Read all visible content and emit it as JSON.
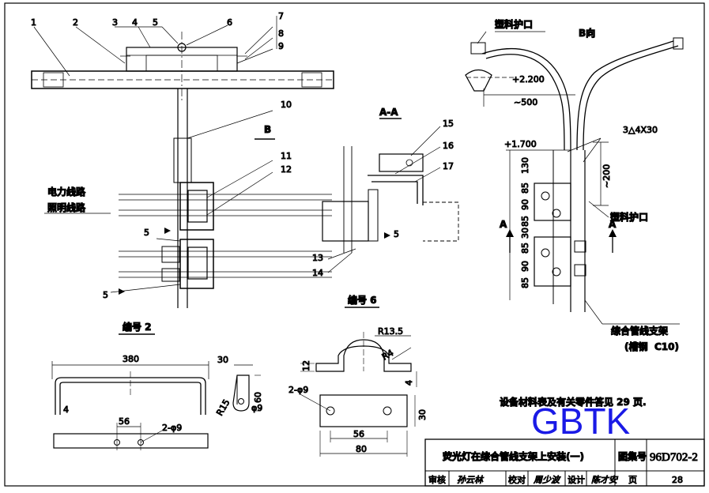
{
  "drawing": {
    "callouts": [
      "1",
      "2",
      "3",
      "4",
      "5",
      "6",
      "7",
      "8",
      "9",
      "10",
      "11",
      "12",
      "13",
      "14",
      "15",
      "16",
      "17"
    ],
    "section_b_marker": "B",
    "power_line_label": "电力线路",
    "lighting_line_label": "照明线路",
    "weld_5": "5",
    "view_b_title": "B向",
    "plastic_guard_1": "塑料护口",
    "plastic_guard_2": "塑料护口",
    "elev_2200": "+2.200",
    "dim_500": "~500",
    "elev_1700": "+1.700",
    "weld_note": "3△4X30",
    "dim_200": "~200",
    "dims_vertical": [
      "130",
      "85",
      "90",
      "85",
      "30",
      "85",
      "90",
      "85"
    ],
    "section_aa_title": "A-A",
    "section_a_marker": "A",
    "item6_title": "编号 6",
    "item2_title": "编号 2",
    "cable_bracket_label": "综合管线支架",
    "channel_label": "(槽钢",
    "channel_spec": "C10)",
    "dim_380": "380",
    "dim_4": "4",
    "dim_30_a": "30",
    "dim_60": "60",
    "dim_r15": "R15",
    "dim_phi9_a": "φ9",
    "dim_56_a": "56",
    "dim_2phi9_a": "2-φ9",
    "dim_r135": "R13.5",
    "dim_r4": "R4",
    "dim_12": "12",
    "dim_4b": "4",
    "dim_2phi9_b": "2-φ9",
    "dim_30_b": "30",
    "dim_56_b": "56",
    "dim_80": "80",
    "note": "设备材料表及有关零件答见 29 页."
  },
  "watermark": "GBTK",
  "title_block": {
    "title": "荧光灯在综合管线支架上安装(一)",
    "atlas_label": "图集号",
    "atlas_no": "96D702-2",
    "review_label": "审核",
    "review_sign": "孙云林",
    "check_label": "校对",
    "check_sign": "周少波",
    "design_label": "设计",
    "design_sign": "陈才安",
    "page_label": "页",
    "page_no": "28"
  },
  "colors": {
    "ink": "#000000",
    "watermark": "#1a1ae6"
  }
}
